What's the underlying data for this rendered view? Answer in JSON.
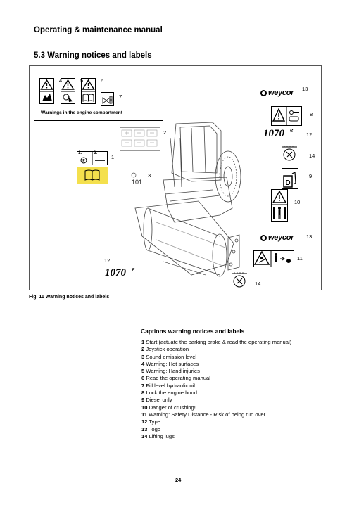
{
  "header": {
    "doc_title": "Operating & maintenance manual"
  },
  "section": {
    "title": "5.3   Warning notices and labels"
  },
  "figure": {
    "engine_group_caption": "Warnings in the engine compartment",
    "logo_text": "weycor",
    "type_text": "1070",
    "type_sup": "e",
    "callouts": {
      "c1": "1",
      "c2": "2",
      "c3": "3",
      "c4": "4",
      "c5": "5",
      "c6": "6",
      "c7": "7",
      "c8": "8",
      "c9": "9",
      "c10": "10",
      "c11": "11",
      "c12_left": "12",
      "c12_right": "12",
      "c13_top": "13",
      "c13_mid": "13",
      "c14_right": "14",
      "c14_bottom": "14"
    },
    "step_labels": [
      "1.",
      "2."
    ],
    "icon_names": [
      "warning-triangle-icon",
      "hot-surface-icon",
      "hand-injury-icon",
      "manual-icon",
      "hydraulic-oil-icon",
      "hood-lock-icon",
      "diesel-pump-icon",
      "crushing-icon",
      "safety-distance-icon",
      "lifting-lug-icon",
      "parking-brake-icon",
      "joystick-icon",
      "sound-level-icon"
    ],
    "colors": {
      "yellow_label": "#f4e04d"
    },
    "caption": "Fig. 11 Warning notices and labels"
  },
  "captions": {
    "heading": "Captions warning notices and labels",
    "items": [
      {
        "num": "1",
        "text": " Start (actuate the parking brake & read the operating manual)"
      },
      {
        "num": "2",
        "text": " Joystick operation"
      },
      {
        "num": "3",
        "text": " Sound emission level"
      },
      {
        "num": "4",
        "text": " Warning: Hot surfaces"
      },
      {
        "num": "5",
        "text": " Warning: Hand injuries"
      },
      {
        "num": "6",
        "text": " Read the operating manual"
      },
      {
        "num": "7",
        "text": " Fill level hydraulic oil"
      },
      {
        "num": "8",
        "text": " Lock the engine hood"
      },
      {
        "num": "9",
        "text": " Diesel only"
      },
      {
        "num": "10",
        "text": " Danger of crushing!"
      },
      {
        "num": "11",
        "text": " Warning: Safety Distance - Risk of being run over"
      },
      {
        "num": "12",
        "text": " Type"
      },
      {
        "num": "13",
        "text": "  logo"
      },
      {
        "num": "14",
        "text": " Lifting lugs"
      }
    ]
  },
  "footer": {
    "page_number": "24"
  }
}
